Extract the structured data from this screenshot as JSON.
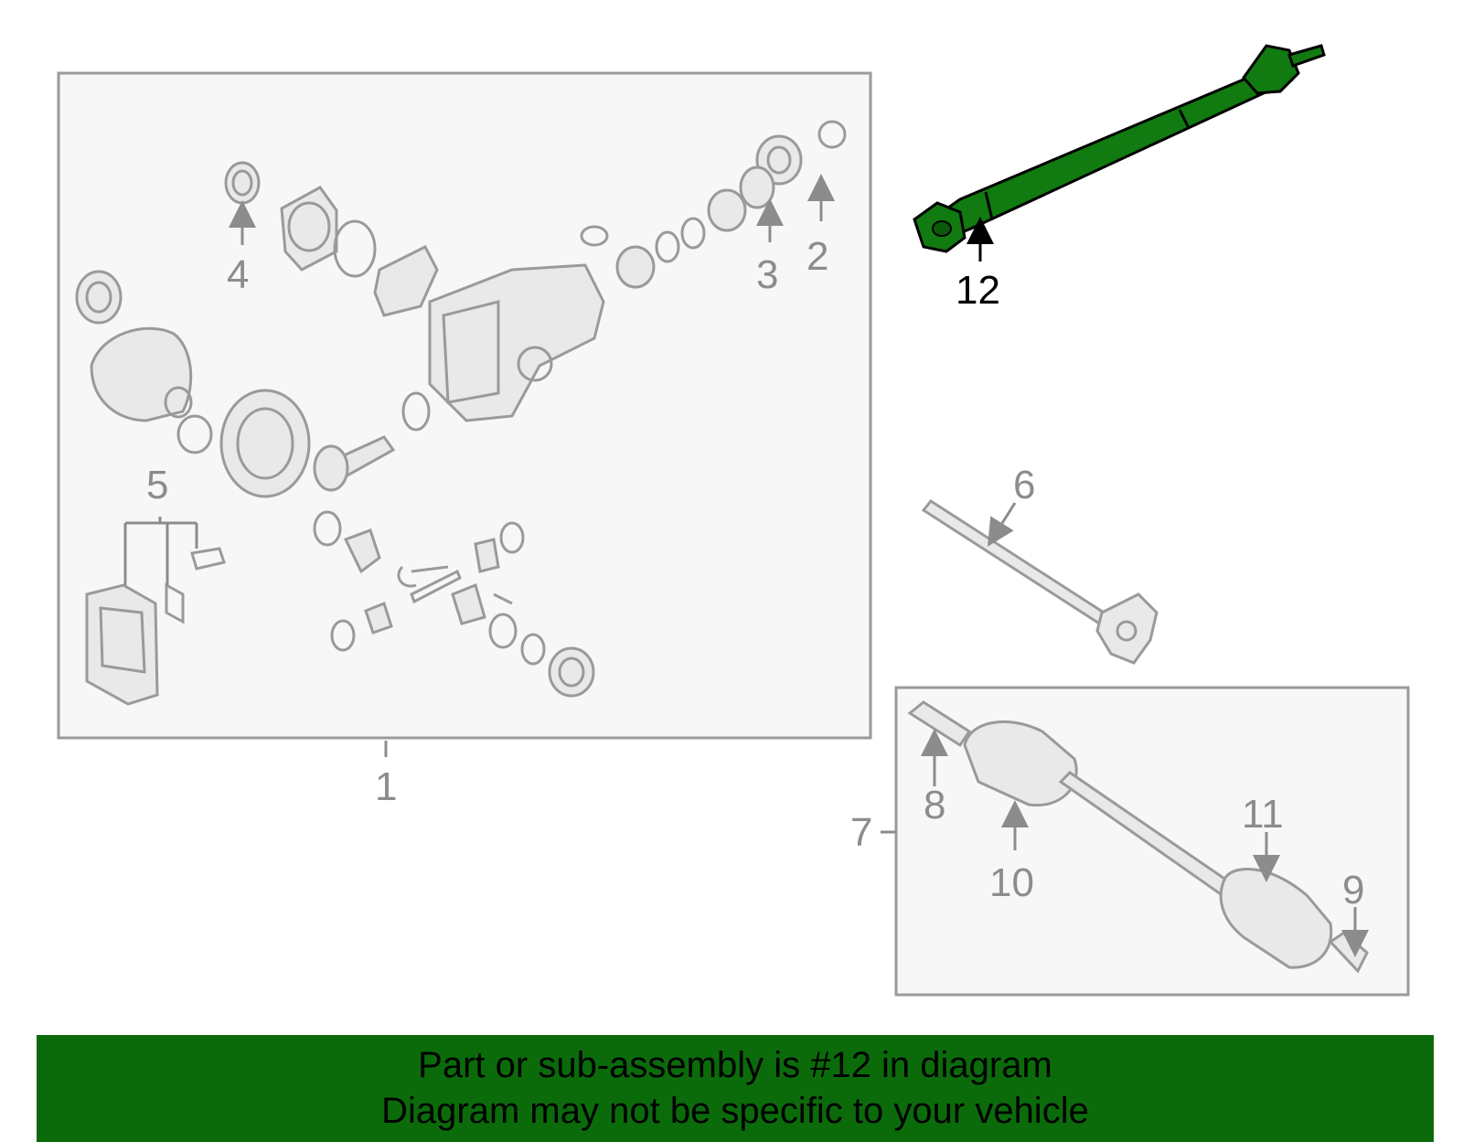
{
  "callouts": {
    "c1": "1",
    "c2": "2",
    "c3": "3",
    "c4": "4",
    "c5": "5",
    "c6": "6",
    "c7": "7",
    "c8": "8",
    "c9": "9",
    "c10": "10",
    "c11": "11",
    "c12": "12"
  },
  "highlight_part": "12",
  "colors": {
    "highlight": "#117a11",
    "banner": "#0b6b0b",
    "line": "#9a9a9a"
  },
  "footer": {
    "line1": "Part or sub-assembly is #12 in diagram",
    "line2": "Diagram may not be specific to your vehicle"
  }
}
